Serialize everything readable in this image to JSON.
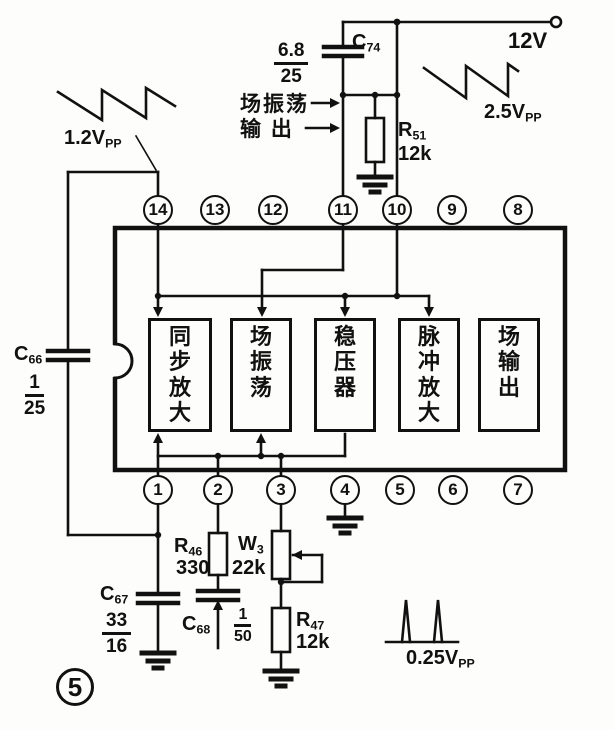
{
  "figure": {
    "number": "5"
  },
  "power": {
    "label": "12V"
  },
  "waveforms": {
    "top_left": {
      "value": "1.2V",
      "sub": "PP"
    },
    "top_right": {
      "value": "2.5V",
      "sub": "PP"
    },
    "bottom": {
      "value": "0.25V",
      "sub": "PP"
    }
  },
  "annotations": {
    "field_osc_line1": "场振荡",
    "field_osc_line2": "输 出"
  },
  "components": {
    "c74": {
      "ref": "C",
      "sub": "74",
      "num": "6.8",
      "den": "25"
    },
    "r51": {
      "ref": "R",
      "sub": "51",
      "value": "12k"
    },
    "c66": {
      "ref": "C",
      "sub": "66",
      "num": "1",
      "den": "25"
    },
    "r46": {
      "ref": "R",
      "sub": "46",
      "value": "330"
    },
    "w3": {
      "ref": "W",
      "sub": "3",
      "value": "22k"
    },
    "c67": {
      "ref": "C",
      "sub": "67",
      "num": "33",
      "den": "16"
    },
    "c68": {
      "ref": "C",
      "sub": "68",
      "num": "1",
      "den": "50"
    },
    "r47": {
      "ref": "R",
      "sub": "47",
      "value": "12k"
    }
  },
  "ic": {
    "top_pins": [
      "14",
      "13",
      "12",
      "11",
      "10",
      "9",
      "8"
    ],
    "bottom_pins": [
      "1",
      "2",
      "3",
      "4",
      "5",
      "6",
      "7"
    ],
    "blocks": [
      {
        "label": "同步放大"
      },
      {
        "label": "场振荡"
      },
      {
        "label": "稳压器"
      },
      {
        "label": "脉冲放大"
      },
      {
        "label": "场输出"
      }
    ]
  }
}
